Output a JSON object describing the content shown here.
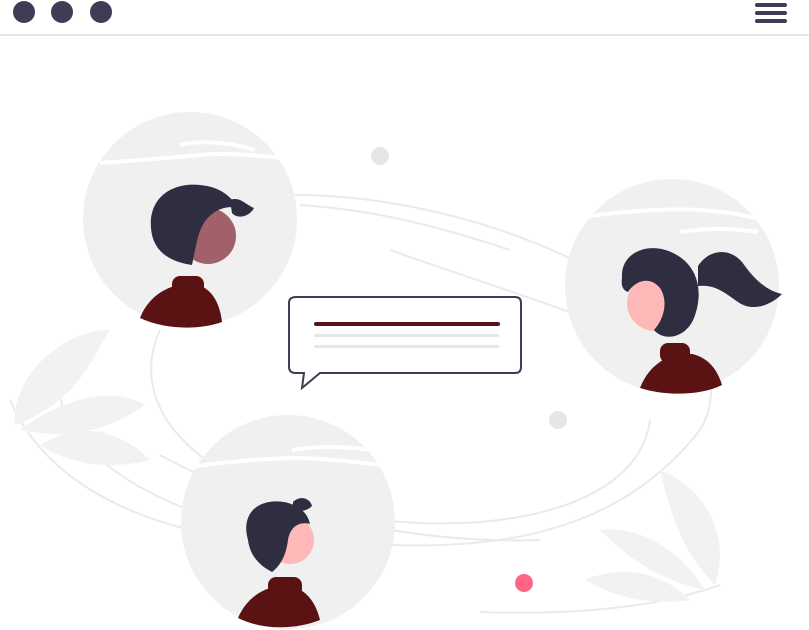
{
  "window": {
    "controls": [
      "dot",
      "dot",
      "dot"
    ],
    "menu_icon": "hamburger-menu-icon"
  },
  "scene": {
    "avatars": [
      {
        "id": "man-top-left",
        "skin": "#a0616a",
        "hair": "#2f2e41",
        "shirt": "#5a1212"
      },
      {
        "id": "woman-right",
        "skin": "#ffb8b8",
        "hair": "#2f2e41",
        "shirt": "#5a1212"
      },
      {
        "id": "man-bottom",
        "skin": "#ffb8b8",
        "hair": "#2f2e41",
        "shirt": "#5a1212"
      }
    ],
    "message_card": {
      "icon": "chat-bubble-icon",
      "accent": "#5a1212"
    }
  },
  "colors": {
    "dark": "#3f3d56",
    "light_gray": "#f0f0f0",
    "accent_pink": "#ff6584",
    "shirt": "#5a1212",
    "hair": "#2f2e41"
  }
}
